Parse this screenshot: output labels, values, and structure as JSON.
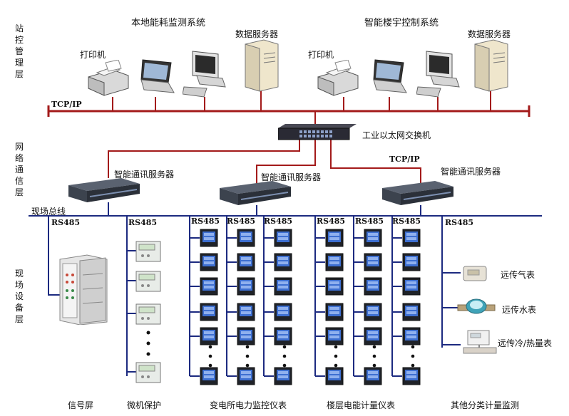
{
  "layers": {
    "station": "站控管理层",
    "network": "网络通信层",
    "field": "现场设备层"
  },
  "titles": {
    "left_system": "本地能耗监测系统",
    "right_system": "智能楼宇控制系统"
  },
  "devices": {
    "printer": "打印机",
    "data_server": "数据服务器",
    "switch": "工业以太网交换机",
    "comm_server": "智能通讯服务器"
  },
  "bus": {
    "tcpip": "TCP/IP",
    "field_bus": "现场总线",
    "rs485": "RS485"
  },
  "meters": {
    "gas": "远传气表",
    "water": "远传水表",
    "heat": "远传冷/热量表"
  },
  "captions": {
    "signal_panel": "信号屏",
    "microcomputer": "微机保护",
    "substation": "变电所电力监控仪表",
    "floor_energy": "楼层电能计量仪表",
    "other": "其他分类计量监测"
  },
  "colors": {
    "bus_red": "#a31a1a",
    "bus_blue": "#1c2a80"
  }
}
